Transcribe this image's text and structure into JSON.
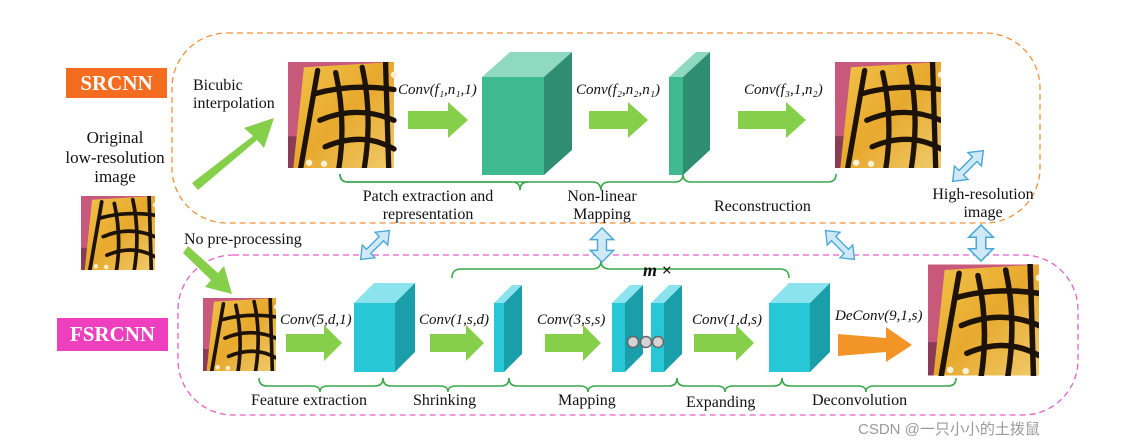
{
  "srcnn": {
    "badge": "SRCNN",
    "badge_color": "#f36c1f",
    "input_label": "Bicubic\ninterpolation",
    "ops": [
      "Conv(f₁,n₁,1)",
      "Conv(f₂,n₂,n₁)",
      "Conv(f₃,1,n₂)"
    ],
    "stages": [
      "Patch extraction and\nrepresentation",
      "Non-linear\nMapping",
      "Reconstruction"
    ]
  },
  "fsrcnn": {
    "badge": "FSRCNN",
    "badge_color": "#ee3fbe",
    "input_label": "No pre-processing",
    "ops": [
      "Conv(5,d,1)",
      "Conv(1,s,d)",
      "Conv(3,s,s)",
      "Conv(1,d,s)",
      "DeConv(9,1,s)"
    ],
    "repeat_label": "m ×",
    "stages": [
      "Feature extraction",
      "Shrinking",
      "Mapping",
      "Expanding",
      "Deconvolution"
    ]
  },
  "original_label": "Original\nlow-resolution\nimage",
  "output_label": "High-resolution\nimage",
  "watermark": "CSDN @一只小小的土拨鼠",
  "colors": {
    "srcnn_block": "#3fb98f",
    "fsrcnn_block": "#27c7d6",
    "arrow_green": "#86cf4a",
    "arrow_orange": "#f39426",
    "brace": "#3aa84a",
    "compare_arrow": "#4aa8d8",
    "srcnn_border": "#f3913a",
    "fsrcnn_border": "#e85fc8"
  },
  "icons": [
    "butterfly-image",
    "double-arrow-icon"
  ]
}
